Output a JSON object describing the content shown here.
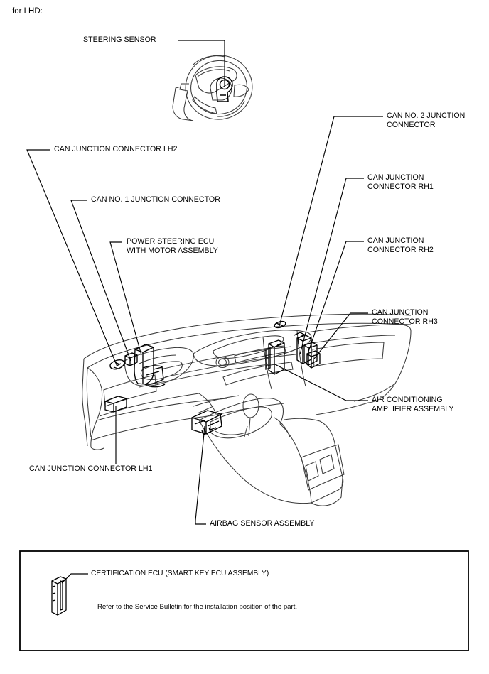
{
  "document": {
    "heading": "for LHD:"
  },
  "callouts": [
    {
      "id": "steering-sensor",
      "text": "STEERING SENSOR"
    },
    {
      "id": "can-junction-lh2",
      "text": "CAN JUNCTION CONNECTOR LH2"
    },
    {
      "id": "can-no1-junction",
      "text": "CAN NO. 1 JUNCTION CONNECTOR"
    },
    {
      "id": "power-steering-ecu",
      "text": "POWER STEERING ECU\nWITH MOTOR ASSEMBLY"
    },
    {
      "id": "can-junction-lh1",
      "text": "CAN JUNCTION CONNECTOR LH1"
    },
    {
      "id": "airbag-sensor",
      "text": "AIRBAG SENSOR ASSEMBLY"
    },
    {
      "id": "can-no2-junction",
      "text": "CAN NO. 2 JUNCTION\nCONNECTOR"
    },
    {
      "id": "can-junction-rh1",
      "text": "CAN JUNCTION\nCONNECTOR RH1"
    },
    {
      "id": "can-junction-rh2",
      "text": "CAN JUNCTION\nCONNECTOR RH2"
    },
    {
      "id": "can-junction-rh3",
      "text": "CAN JUNCTION\nCONNECTOR RH3"
    },
    {
      "id": "air-conditioning-amp",
      "text": "AIR CONDITIONING\nAMPLIFIER ASSEMBLY"
    }
  ],
  "note_box": {
    "label": "CERTIFICATION ECU (SMART KEY ECU ASSEMBLY)",
    "note": "Refer to the Service Bulletin for the installation position of the part."
  },
  "colors": {
    "line": "#000000",
    "illustration_line": "#3a3a3a",
    "background": "#ffffff",
    "box_border": "#000000"
  },
  "illustration": {
    "name": "instrument-panel-assembly-lhd",
    "parts": [
      "steering-wheel",
      "instrument-panel",
      "center-console",
      "shift-lever",
      "glove-box",
      "audio-head-unit",
      "can-junction-connector-lh1-part",
      "can-junction-connector-lh2-part",
      "can-no1-junction-connector-part",
      "power-steering-ecu-part",
      "airbag-sensor-assembly-part",
      "can-no2-junction-connector-part",
      "can-junction-connector-rh1-part",
      "can-junction-connector-rh2-part",
      "can-junction-connector-rh3-part",
      "air-conditioning-amplifier-part",
      "certification-ecu-part"
    ]
  }
}
